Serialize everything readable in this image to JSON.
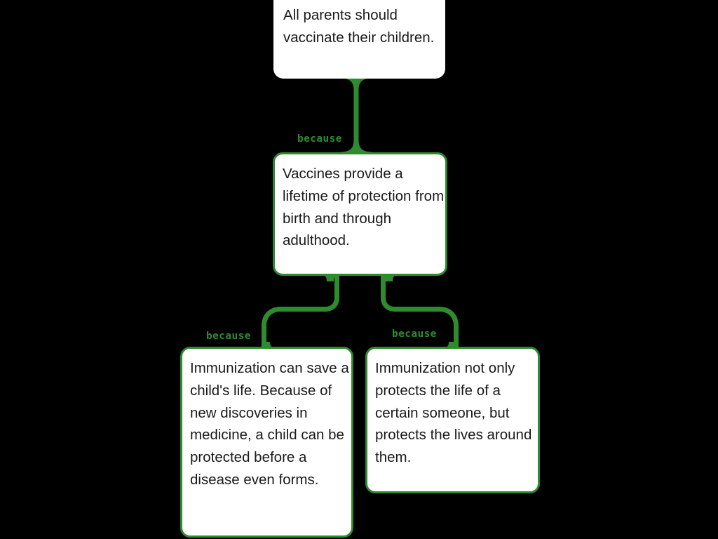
{
  "diagram": {
    "type": "argument-map",
    "background_color": "#000000",
    "accent_color": "#2E8B2E",
    "box_fill_color": "#ffffff",
    "text_color": "#1a1a1a",
    "connector_label": "because",
    "nodes": [
      {
        "id": "claim",
        "role": "main-claim",
        "text": "All parents should vaccinate their children."
      },
      {
        "id": "reason-1",
        "role": "reason",
        "text": "Vaccines provide a lifetime of protection from birth and through adulthood."
      },
      {
        "id": "reason-1a",
        "role": "sub-reason",
        "text": "Immunization can save a child's life. Because of new discoveries in medicine, a child can be protected before a disease even forms."
      },
      {
        "id": "reason-1b",
        "role": "sub-reason",
        "text": "Immunization not only protects the life of a certain someone, but protects the lives around them."
      }
    ],
    "edges": [
      {
        "id": "edge-claim-reason1",
        "from": "reason-1",
        "to": "claim",
        "label": "because"
      },
      {
        "id": "edge-reason1-reason1a",
        "from": "reason-1a",
        "to": "reason-1",
        "label": "because"
      },
      {
        "id": "edge-reason1-reason1b",
        "from": "reason-1b",
        "to": "reason-1",
        "label": "because"
      }
    ]
  }
}
